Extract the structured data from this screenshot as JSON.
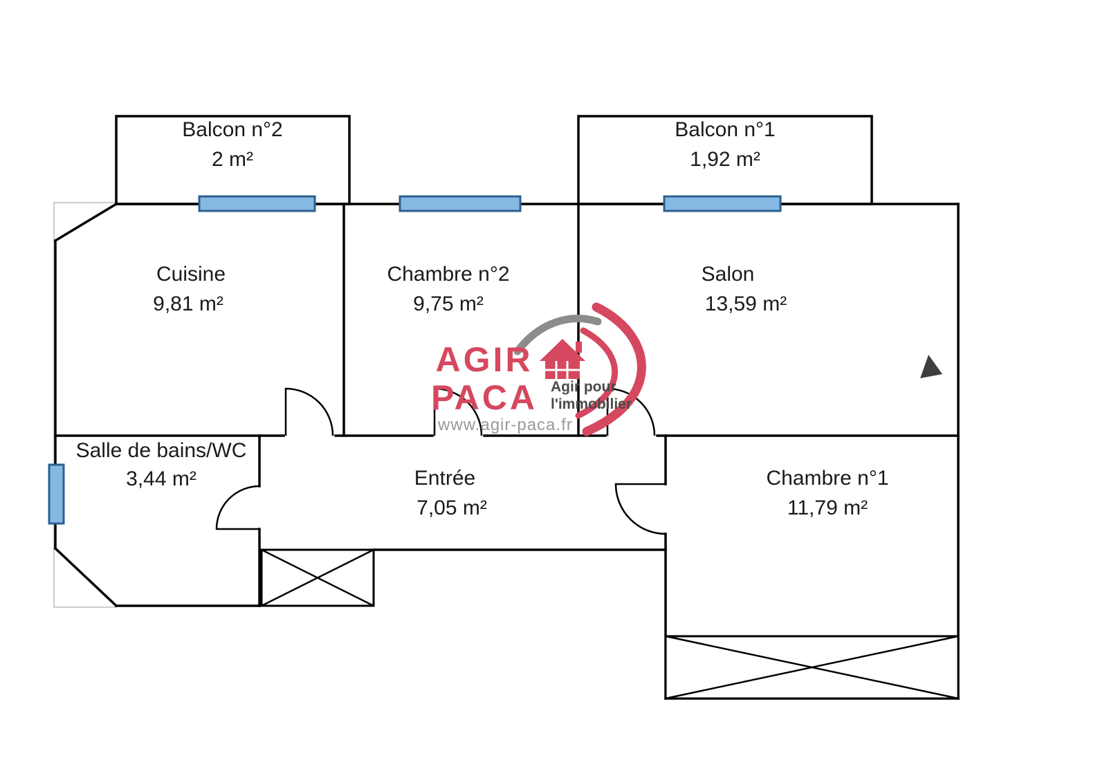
{
  "colors": {
    "wall": "#000000",
    "text": "#1a1a1a",
    "window_fill": "#85b8e3",
    "window_border": "#2d5f8f",
    "logo_red": "#d5485f",
    "logo_gray": "#8c8c8c",
    "tagline_gray": "#4a4a4a",
    "url_gray": "#999999",
    "faint_outline": "#cccccc",
    "north_arrow": "#3f3f3f"
  },
  "balconies": {
    "balcon2": {
      "name": "Balcon n°2",
      "area": "2 m²"
    },
    "balcon1": {
      "name": "Balcon n°1",
      "area": "1,92 m²"
    }
  },
  "rooms": {
    "cuisine": {
      "name": "Cuisine",
      "area": "9,81 m²"
    },
    "chambre2": {
      "name": "Chambre n°2",
      "area": "9,75 m²"
    },
    "salon": {
      "name": "Salon",
      "area": "13,59 m²"
    },
    "salle_de_bains": {
      "name": "Salle de bains/WC",
      "area": "3,44 m²"
    },
    "entree": {
      "name": "Entrée",
      "area": "7,05 m²"
    },
    "chambre1": {
      "name": "Chambre n°1",
      "area": "11,79 m²"
    }
  },
  "logo": {
    "word1": "AGIR",
    "word2": "PACA",
    "tagline_line1": "Agir pour",
    "tagline_line2": "l'immobilier",
    "website": "www.agir-paca.fr"
  }
}
